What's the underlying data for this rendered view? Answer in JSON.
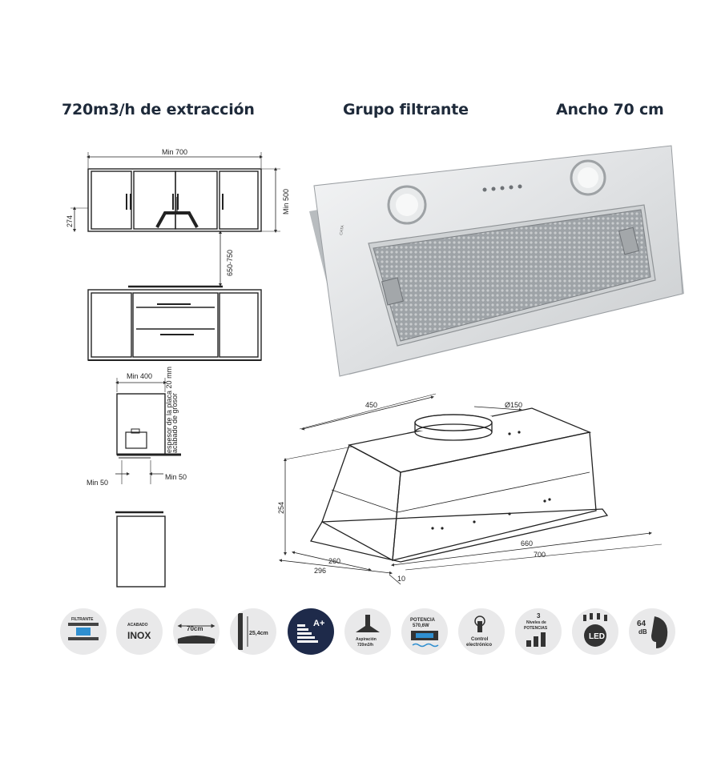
{
  "headings": {
    "extraction": "720m3/h de extracción",
    "group": "Grupo filtrante",
    "width": "Ancho 70 cm"
  },
  "front_view": {
    "width_label": "Min 700",
    "height_label": "Min 500",
    "cabinet_height_label": "274",
    "gap_label": "650-750"
  },
  "side_view": {
    "depth_label": "Min 400",
    "left_margin_label": "Min 50",
    "right_margin_label": "Min 50",
    "note_line1": "espesor de la placa 20 mm",
    "note_line2": "acabado de grosor"
  },
  "product": {
    "brand": "CATA"
  },
  "iso_view": {
    "depth_450": "450",
    "diameter_150": "Ø150",
    "height_254": "254",
    "depth_260": "260",
    "depth_296": "296",
    "width_660": "660",
    "width_700": "700",
    "offset_10": "10"
  },
  "feature_icons": [
    {
      "name": "filtrante-icon",
      "lines": [
        "FILTRANTE"
      ]
    },
    {
      "name": "acabado-inox-icon",
      "lines": [
        "ACABADO",
        "INOX"
      ]
    },
    {
      "name": "width-70cm-icon",
      "lines": [
        "70cm"
      ]
    },
    {
      "name": "height-25cm-icon",
      "lines": [
        "25,4cm"
      ]
    },
    {
      "name": "energy-class-icon",
      "lines": [
        "A+"
      ]
    },
    {
      "name": "aspiracion-icon",
      "lines": [
        "Aspiración",
        "720m3/h"
      ]
    },
    {
      "name": "potencia-icon",
      "lines": [
        "POTENCIA",
        "570,6W"
      ]
    },
    {
      "name": "control-electronico-icon",
      "lines": [
        "Control",
        "electrónico"
      ]
    },
    {
      "name": "power-levels-icon",
      "lines": [
        "3",
        "Niveles de",
        "POTENCIAS"
      ]
    },
    {
      "name": "led-icon",
      "lines": [
        "LED"
      ]
    },
    {
      "name": "noise-64db-icon",
      "lines": [
        "64",
        "dB"
      ]
    }
  ]
}
